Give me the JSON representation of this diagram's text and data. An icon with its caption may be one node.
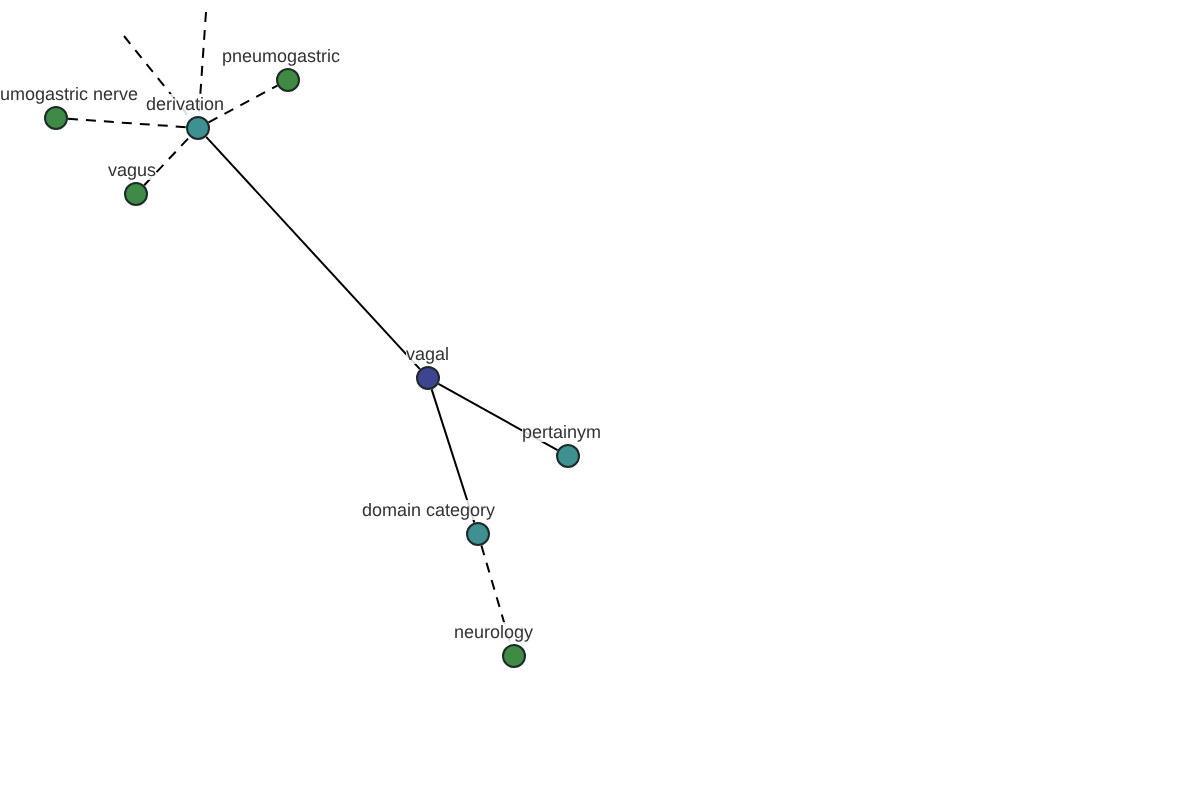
{
  "diagram": {
    "nodes": [
      {
        "text": [
          "derivation"
        ]
      },
      {
        "text": [
          "pneumogastric"
        ]
      },
      {
        "text": [
          "umogastric nerve"
        ]
      },
      {
        "text": [
          "vagus"
        ]
      },
      {
        "text": [
          "vagal"
        ]
      },
      {
        "text": [
          "pertainym"
        ]
      },
      {
        "text": [
          "domain category"
        ]
      },
      {
        "text": [
          "neurology"
        ]
      }
    ],
    "edges": [
      {
        "from": 0,
        "to": 1,
        "arrow": "none",
        "style": "dashed"
      },
      {
        "from": 2,
        "to": 0,
        "arrow": "none",
        "style": "dashed"
      },
      {
        "from": 3,
        "to": 0,
        "arrow": "none",
        "style": "dashed"
      },
      {
        "from": null,
        "to": 0,
        "arrow": "none",
        "style": "dashed"
      },
      {
        "from": null,
        "to": 0,
        "arrow": "none",
        "style": "dashed"
      },
      {
        "from": 0,
        "to": 4,
        "arrow": "none"
      },
      {
        "from": 4,
        "to": 5,
        "arrow": "none"
      },
      {
        "from": 4,
        "to": 6,
        "arrow": "none"
      },
      {
        "from": 6,
        "to": 7,
        "arrow": "none",
        "style": "dashed"
      }
    ]
  }
}
